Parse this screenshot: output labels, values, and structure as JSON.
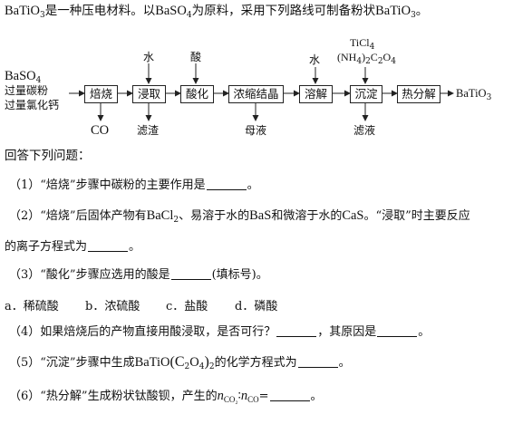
{
  "intro": {
    "prefix": "BaTiO",
    "sub1": "3",
    "mid1": "是一种压电材料。以",
    "mid2": "BaSO",
    "sub2": "4",
    "mid3": "为原料，采用下列路线可制备粉状",
    "end": "BaTiO",
    "sub3": "3",
    "period": "。"
  },
  "flow": {
    "feed_line1": "BaSO",
    "feed_line1_sub": "4",
    "feed_line2": "过量碳粉",
    "feed_line3": "过量氯化钙",
    "steps": [
      "焙烧",
      "浸取",
      "酸化",
      "浓缩结晶",
      "溶解",
      "沉淀",
      "热分解"
    ],
    "product": "BaTiO",
    "product_sub": "3",
    "inputs": {
      "leach": "水",
      "acidify": "酸",
      "dissolve": "水",
      "precip_line1": "TiCl",
      "precip_line1_sub": "4",
      "precip_line2a": "(NH",
      "precip_line2_sub1": "4",
      "precip_line2b": ")",
      "precip_line2_sub2": "2",
      "precip_line2c": "C",
      "precip_line2_sub3": "2",
      "precip_line2d": "O",
      "precip_line2_sub4": "4"
    },
    "outputs": {
      "roast": "CO",
      "leach": "滤渣",
      "concentrate": "母液",
      "precip": "滤液"
    }
  },
  "prompt": "回答下列问题：",
  "questions": {
    "q1": {
      "text": "（1）“焙烧”步骤中碳粉的主要作用是",
      "end": "。"
    },
    "q2": {
      "text_a": "（2）“焙烧”后固体产物有",
      "bacl": "BaCl",
      "bacl_sub": "2",
      "text_b": "、易溶于水的",
      "bas": "BaS",
      "text_c": "和微溶于水的",
      "cas": "CaS",
      "text_d": "。“浸取”时主要反应",
      "line2": "的离子方程式为",
      "end": "。"
    },
    "q3": {
      "text": "（3）“酸化”步骤应选用的酸是",
      "end": "(填标号)。"
    },
    "options": [
      {
        "letter": "a．",
        "text": "稀硫酸"
      },
      {
        "letter": "b．",
        "text": "浓硫酸"
      },
      {
        "letter": "c．",
        "text": "盐酸"
      },
      {
        "letter": "d．",
        "text": "磷酸"
      }
    ],
    "q4": {
      "text": "（4）如果焙烧后的产物直接用酸浸取，是否可行？",
      "mid": "，其原因是",
      "end": "。"
    },
    "q5": {
      "text": "（5）“沉淀”步骤中生成",
      "f1": "BaTiO",
      "f2": "(C",
      "f2_sub": "2",
      "f3": "O",
      "f3_sub": "4",
      "f4": ")",
      "f4_sub": "2",
      "text2": "的化学方程式为",
      "end": "。"
    },
    "q6": {
      "text": "（6）“热分解”生成粉状钛酸钡，产生的",
      "n1": "n",
      "n1_sub": "CO₂",
      "colon": "∶",
      "n2": "n",
      "n2_sub": "CO",
      "eq": "=",
      "end": "。"
    }
  }
}
